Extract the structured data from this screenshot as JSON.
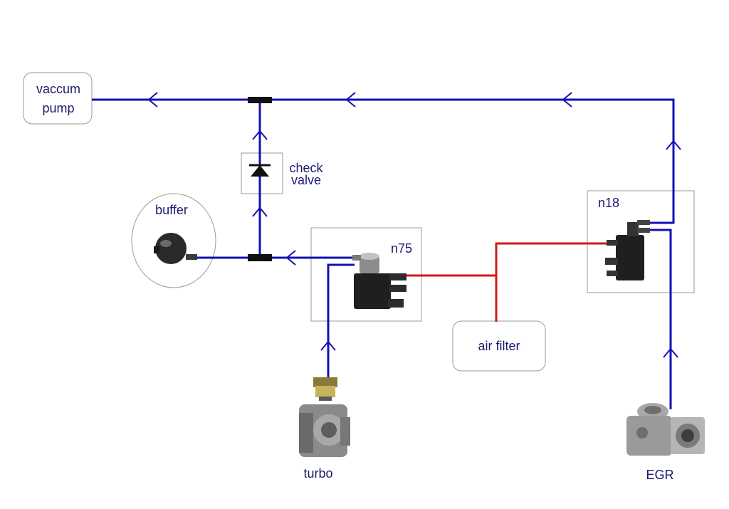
{
  "labels": {
    "vacuum_pump": [
      "vaccum",
      "pump"
    ],
    "check_valve": [
      "check",
      "valve"
    ],
    "buffer": "buffer",
    "n75": "n75",
    "n18": "n18",
    "air_filter": "air filter",
    "turbo": "turbo",
    "egr": "EGR"
  },
  "colors": {
    "vacuum_line": "#1010b4",
    "air_line": "#d01818",
    "label_text": "#1a1a6e",
    "box_stroke": "#9a9a9a"
  }
}
